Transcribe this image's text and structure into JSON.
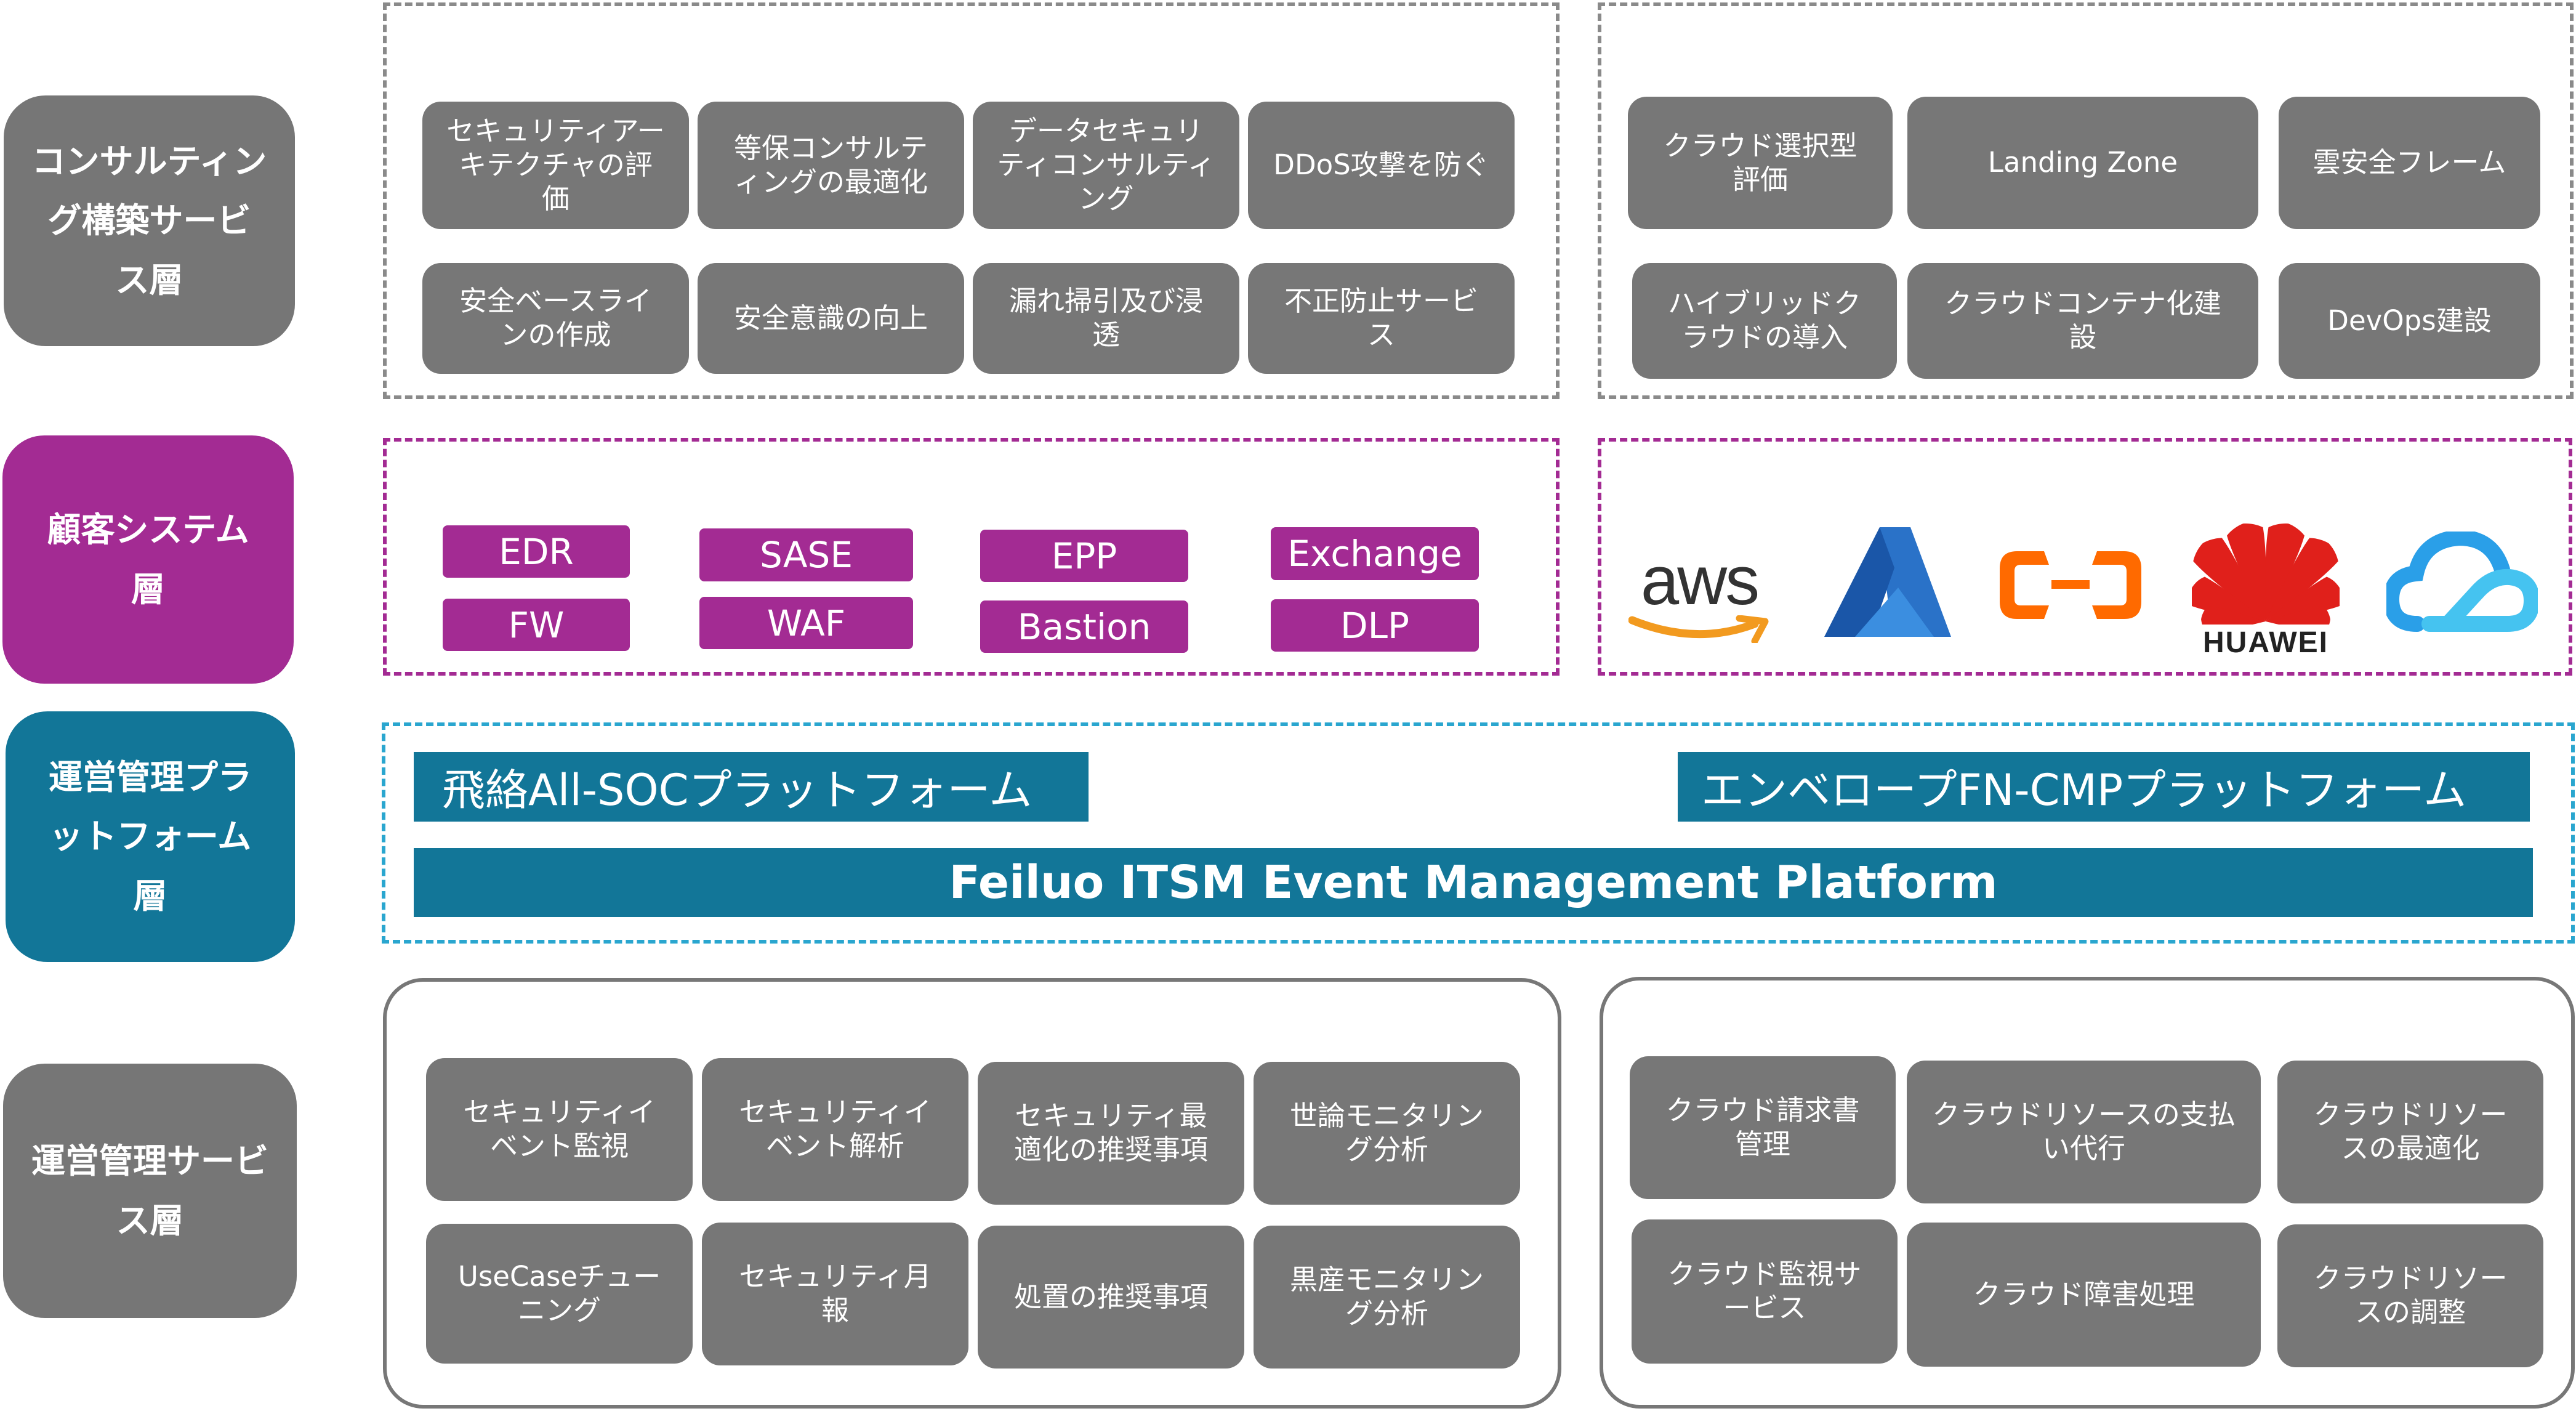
{
  "layers": {
    "consulting": "コンサルティング構築サービス層",
    "customer": "顧客システム層",
    "platform": "運営管理プラットフォーム層",
    "service": "運営管理サービス層"
  },
  "consulting_left": [
    "セキュリティアーキテクチャの評価",
    "等保コンサルティングの最適化",
    "データセキュリティコンサルティング",
    "DDoS攻撃を防ぐ",
    "安全ベースラインの作成",
    "安全意識の向上",
    "漏れ掃引及び浸透",
    "不正防止サービス"
  ],
  "consulting_right": [
    "クラウド選択型評価",
    "Landing Zone",
    "雲安全フレーム",
    "ハイブリッドクラウドの導入",
    "クラウドコンテナ化建設",
    "DevOps建設"
  ],
  "security_products": [
    "EDR",
    "SASE",
    "EPP",
    "Exchange",
    "FW",
    "WAF",
    "Bastion",
    "DLP"
  ],
  "cloud_logos": {
    "aws": "aws",
    "azure": "azure-logo-icon",
    "alibaba": "alibaba-cloud-logo-icon",
    "huawei": "HUAWEI",
    "tencent": "tencent-cloud-logo-icon"
  },
  "platform": {
    "soc": "飛絡All-SOCプラットフォーム",
    "cmp": "エンベロープFN-CMPプラットフォーム",
    "itsm": "Feiluo ITSM Event Management Platform"
  },
  "service_left": [
    "セキュリティイベント監視",
    "セキュリティイベント解析",
    "セキュリティ最適化の推奨事項",
    "世論モニタリング分析",
    "UseCaseチューニング",
    "セキュリティ月報",
    "処置の推奨事項",
    "黒産モニタリング分析"
  ],
  "service_right": [
    "クラウド請求書管理",
    "クラウドリソースの支払い代行",
    "クラウドリソースの最適化",
    "クラウド監視サービス",
    "クラウド障害処理",
    "クラウドリソースの調整"
  ],
  "colors": {
    "gray": "#767676",
    "purple": "#a32b93",
    "teal": "#127698",
    "aws_orange": "#f29a1f",
    "azure_blue": "#2a72c8",
    "alibaba_orange": "#ff6a00",
    "huawei_red": "#e0201b",
    "tencent_blue": "#2a9fe8"
  }
}
